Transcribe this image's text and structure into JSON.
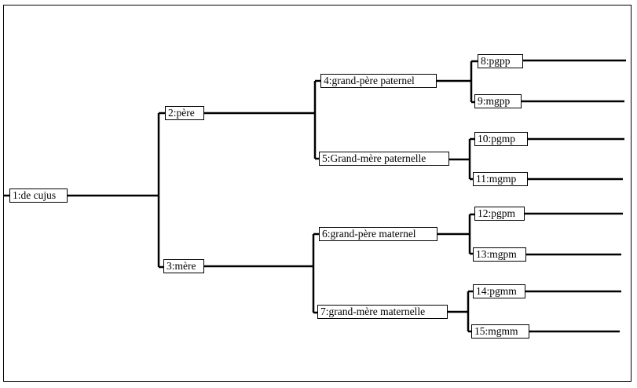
{
  "nodes": [
    {
      "id": "1",
      "label": "1:de cujus"
    },
    {
      "id": "2",
      "label": "2:père"
    },
    {
      "id": "3",
      "label": "3:mère"
    },
    {
      "id": "4",
      "label": "4:grand-père paternel"
    },
    {
      "id": "5",
      "label": "5:Grand-mère paternelle"
    },
    {
      "id": "6",
      "label": "6:grand-père maternel"
    },
    {
      "id": "7",
      "label": "7:grand-mère maternelle"
    },
    {
      "id": "8",
      "label": "8:pgpp"
    },
    {
      "id": "9",
      "label": "9:mgpp"
    },
    {
      "id": "10",
      "label": "10:pgmp"
    },
    {
      "id": "11",
      "label": "11:mgmp"
    },
    {
      "id": "12",
      "label": "12:pgpm"
    },
    {
      "id": "13",
      "label": "13:mgpm"
    },
    {
      "id": "14",
      "label": "14:pgmm"
    },
    {
      "id": "15",
      "label": "15:mgmm"
    }
  ]
}
